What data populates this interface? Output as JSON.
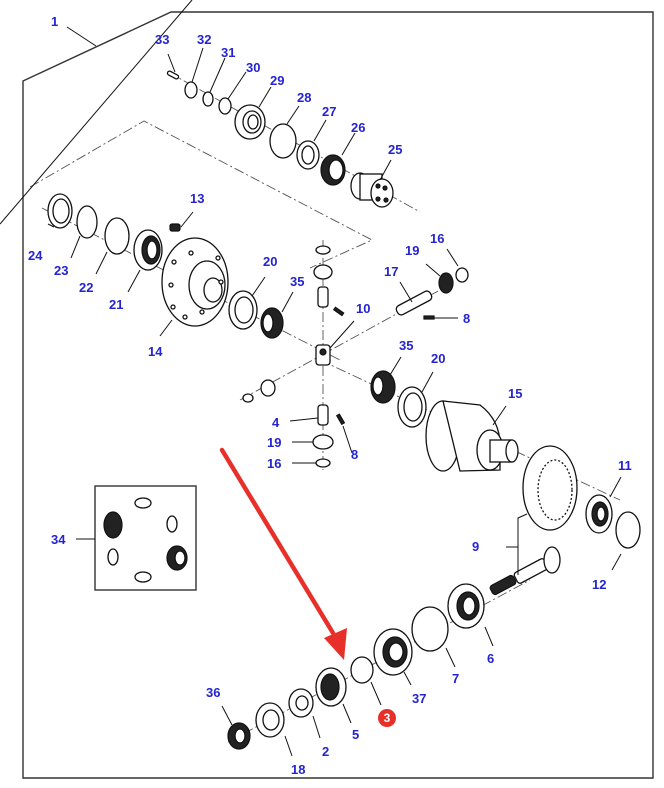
{
  "diagram": {
    "title": "Differential assembly exploded view",
    "accent_colors": {
      "callout_text": "#2424d0",
      "highlight_arrow": "#e8302a",
      "highlight_badge": "#e8302a"
    },
    "highlighted_part": "3",
    "callouts": {
      "c1": "1",
      "c2": "2",
      "c3": "3",
      "c4": "4",
      "c5": "5",
      "c6": "6",
      "c7": "7",
      "c8a": "8",
      "c8b": "8",
      "c9": "9",
      "c10": "10",
      "c11": "11",
      "c12": "12",
      "c13": "13",
      "c14": "14",
      "c15": "15",
      "c16a": "16",
      "c16b": "16",
      "c17": "17",
      "c18": "18",
      "c19a": "19",
      "c19b": "19",
      "c20a": "20",
      "c20b": "20",
      "c21": "21",
      "c22": "22",
      "c23": "23",
      "c24": "24",
      "c25": "25",
      "c26": "26",
      "c27": "27",
      "c28": "28",
      "c29": "29",
      "c30": "30",
      "c31": "31",
      "c32": "32",
      "c33": "33",
      "c34": "34",
      "c35a": "35",
      "c35b": "35",
      "c36": "36",
      "c37": "37"
    }
  }
}
